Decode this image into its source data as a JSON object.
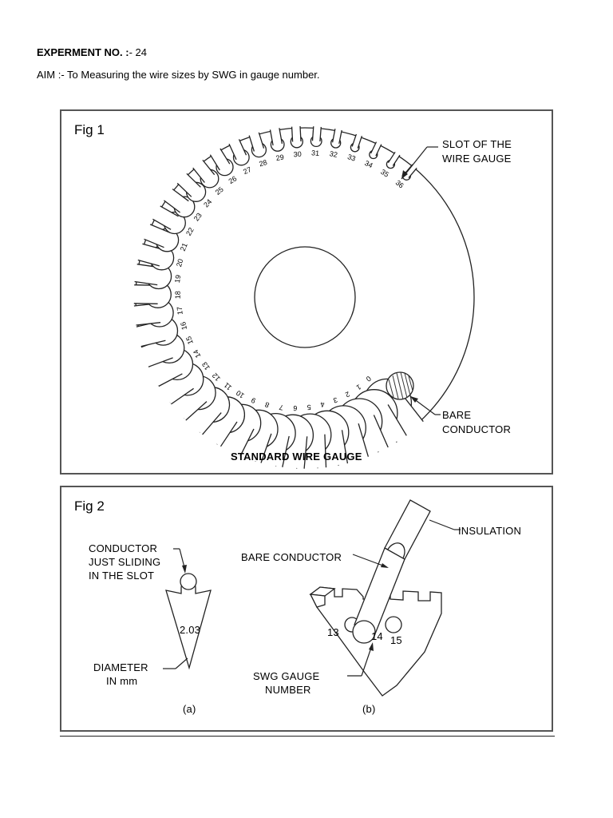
{
  "header": {
    "title_label": "EXPERMENT NO. :",
    "title_value": "- 24",
    "aim": "AIM :-  To Measuring the wire sizes by SWG in gauge number."
  },
  "fig1": {
    "label": "Fig 1",
    "slot_label_line1": "SLOT OF THE",
    "slot_label_line2": "WIRE GAUGE",
    "bare_label_line1": "BARE",
    "bare_label_line2": "CONDUCTOR",
    "caption": "STANDARD WIRE GAUGE",
    "numbers": [
      "0",
      "1",
      "2",
      "3",
      "4",
      "5",
      "6",
      "7",
      "8",
      "9",
      "10",
      "11",
      "12",
      "13",
      "14",
      "15",
      "16",
      "17",
      "18",
      "19",
      "20",
      "21",
      "22",
      "23",
      "24",
      "25",
      "26",
      "27",
      "28",
      "29",
      "30",
      "31",
      "32",
      "33",
      "34",
      "35",
      "36"
    ]
  },
  "fig2": {
    "label": "Fig 2",
    "a": {
      "cond_line1": "CONDUCTOR",
      "cond_line2": "JUST SLIDING",
      "cond_line3": "IN THE SLOT",
      "value": "2.03",
      "diam_line1": "DIAMETER",
      "diam_line2": "IN mm",
      "caption": "(a)"
    },
    "b": {
      "insulation": "INSULATION",
      "bare": "BARE CONDUCTOR",
      "n13": "13",
      "n14": "14",
      "n15": "15",
      "swg_line1": "SWG GAUGE",
      "swg_line2": "NUMBER",
      "caption": "(b)"
    }
  }
}
